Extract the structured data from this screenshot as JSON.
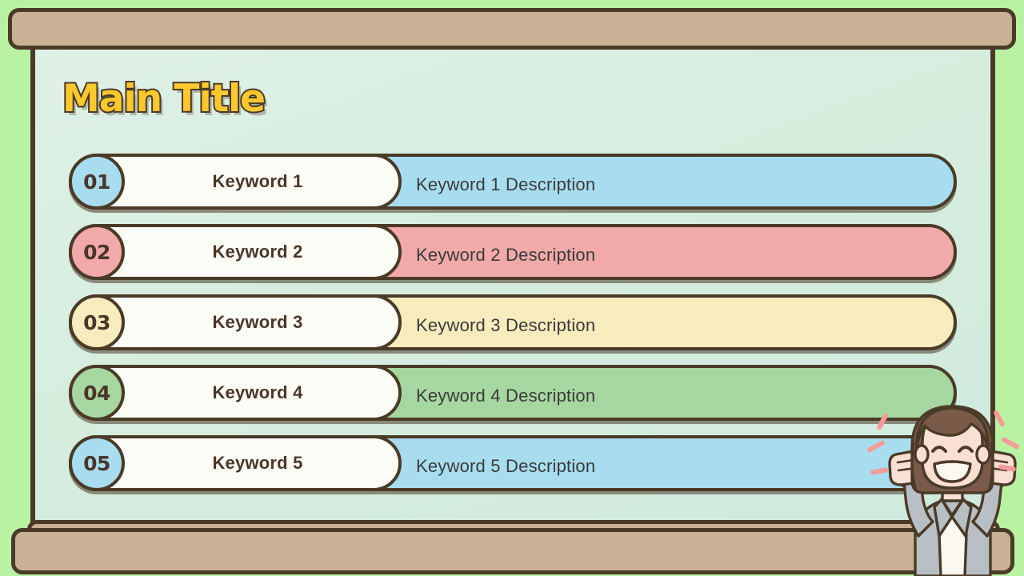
{
  "slide": {
    "title": "Main Title",
    "background_color": "#b9f2a3",
    "board_color": "#d9ede2",
    "frame_color": "#c9b195",
    "outline_color": "#4a3a28",
    "title_color": "#fcc82d"
  },
  "rows": [
    {
      "number": "01",
      "keyword": "Keyword 1",
      "description": "Keyword 1 Description",
      "color": "#a8ddf0",
      "circle_color": "#a8ddf0"
    },
    {
      "number": "02",
      "keyword": "Keyword 2",
      "description": "Keyword 2 Description",
      "color": "#f2a9a9",
      "circle_color": "#f2a9a9"
    },
    {
      "number": "03",
      "keyword": "Keyword 3",
      "description": "Keyword 3 Description",
      "color": "#f7ecbe",
      "circle_color": "#f7ecbe"
    },
    {
      "number": "04",
      "keyword": "Keyword 4",
      "description": "Keyword 4 Description",
      "color": "#a7d7a0",
      "circle_color": "#a7d7a0"
    },
    {
      "number": "05",
      "keyword": "Keyword 5",
      "description": "Keyword 5 Description",
      "color": "#a8ddf0",
      "circle_color": "#a8ddf0"
    }
  ],
  "character": {
    "name": "cheering-businesswoman-illustration",
    "hair_color": "#7a5a48",
    "skin_color": "#fadfd4",
    "jacket_color": "#b8bfc4",
    "spark_color": "#f79a9a"
  }
}
